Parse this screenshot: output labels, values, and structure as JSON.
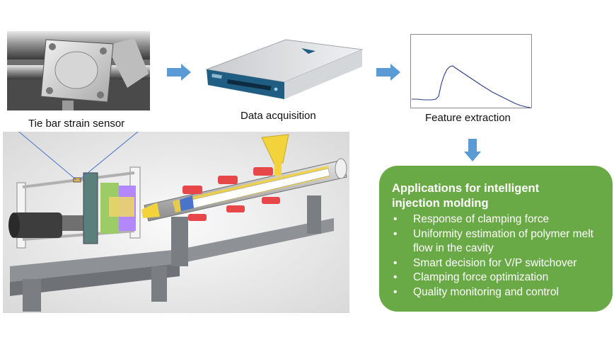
{
  "captions": {
    "sensor": "Tie bar strain sensor",
    "daq": "Data acquisition",
    "feature": "Feature extraction"
  },
  "applications": {
    "title": "Applications for intelligent injection molding",
    "items": [
      "Response of clamping force",
      "Uniformity estimation of polymer melt flow in the cavity",
      "Smart decision for V/P switchover",
      "Clamping force optimization",
      "Quality monitoring and control"
    ]
  },
  "colors": {
    "arrow": "#5b9bd5",
    "panel": "#6aaa46",
    "daq_body": "#1f5d82",
    "heater": "#e8474a",
    "hopper": "#f2d33b",
    "mold_green": "#9ccc65",
    "mold_purple": "#b388ff"
  },
  "icons": [
    "right-arrow-icon",
    "down-arrow-icon"
  ]
}
